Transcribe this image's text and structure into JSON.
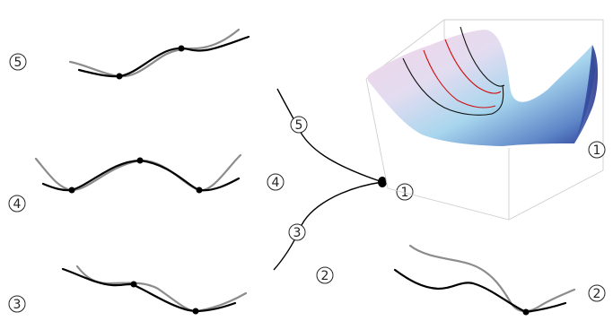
{
  "labels": {
    "row5_left": "5",
    "row4_left": "4",
    "row3_left": "3",
    "branch_upper": "5",
    "branch_mid": "4",
    "branch_lower": "3",
    "node": "1",
    "bottom_center": "2",
    "surface": "1",
    "bottom_right": "2"
  },
  "colors": {
    "black_curve": "#000000",
    "gray_curve": "#8c8c8c",
    "surface_line_red": "#d01010",
    "surface_line_black": "#111111"
  }
}
